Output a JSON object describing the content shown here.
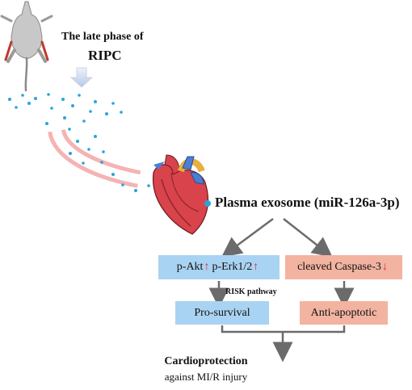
{
  "header": {
    "title_line1": "The late phase of",
    "title_line2": "RIPC"
  },
  "exosome_label": "Plasma exosome (miR-126a-3p)",
  "boxes": {
    "akt": "p-Akt",
    "erk": "p-Erk1/2",
    "caspase": "cleaved Caspase-3",
    "up_arrow": "↑",
    "down_arrow": "↓",
    "pro_survival": "Pro-survival",
    "anti_apoptotic": "Anti-apoptotic"
  },
  "risk_label": "RISK pathway",
  "outcome": {
    "title": "Cardioprotection",
    "subtitle": "against MI/R injury"
  },
  "colors": {
    "blue_box": "#a9d3f2",
    "salmon_box": "#f2b3a1",
    "exosome_dot": "#29a3dc",
    "arrow_up": "#e0283b",
    "arrow_grey": "#6b6b6b"
  }
}
